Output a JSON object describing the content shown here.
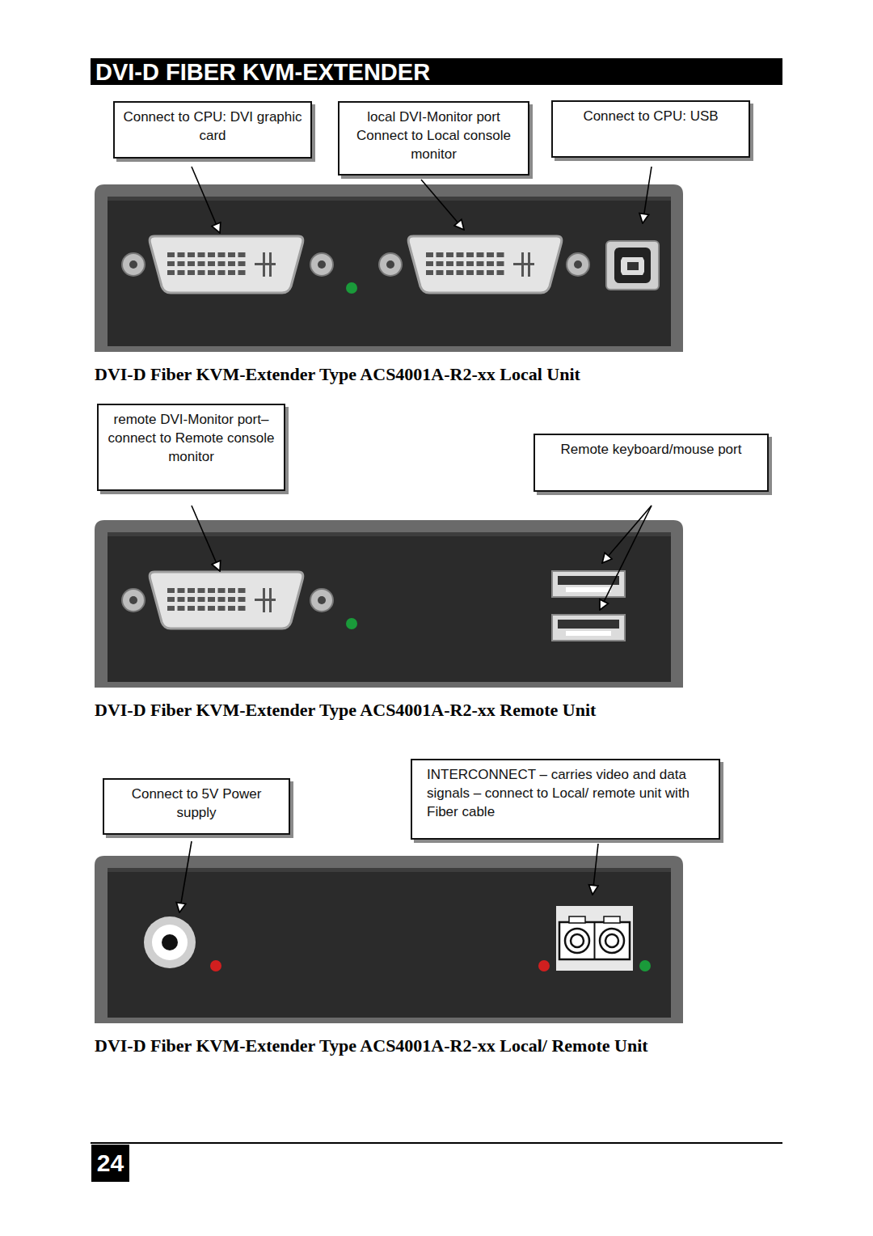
{
  "diagram": {
    "title": "DVI-D FIBER KVM-EXTENDER",
    "nodes": [
      {
        "text": [
          "Connect to CPU: DVI graphic card"
        ]
      },
      {
        "text": [
          "local DVI-Monitor port Connect to Local console monitor"
        ]
      },
      {
        "text": [
          "Connect to CPU: USB"
        ]
      },
      {
        "text": [
          "remote DVI-Monitor port– connect to Remote console monitor"
        ]
      },
      {
        "text": [
          "Remote keyboard/mouse port"
        ]
      },
      {
        "text": [
          "Connect to 5V Power supply"
        ]
      },
      {
        "text": [
          "INTERCONNECT – carries video and data signals – connect to Local/ remote unit with Fiber cable"
        ]
      }
    ],
    "labels": [
      "DVI-D Fiber KVM-Extender Type ACS4001A-R2-xx Local Unit",
      "DVI-D Fiber KVM-Extender Type ACS4001A-R2-xx Remote Unit",
      "DVI-D Fiber KVM-Extender Type ACS4001A-R2-xx Local/ Remote Unit",
      "24"
    ]
  }
}
